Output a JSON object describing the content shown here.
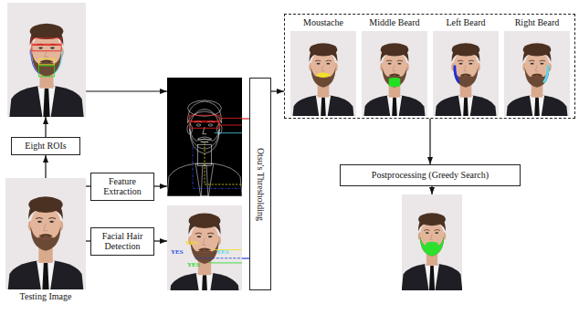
{
  "diagram": {
    "nodes": [
      {
        "text": []
      },
      {
        "text": [
          "Eight ROIs"
        ]
      },
      {
        "text": [
          "Testing Image"
        ]
      },
      {
        "text": [
          "Feature Extraction"
        ]
      },
      {
        "text": [
          "Facial Hair Detection"
        ]
      },
      {
        "text": []
      },
      {
        "text": [
          "YES",
          "YES",
          "YES",
          "YES"
        ]
      },
      {
        "text": [
          "Otsu's Thresholding"
        ]
      },
      {
        "text": []
      },
      {
        "text": [
          "Moustache"
        ],
        "in": 8
      },
      {
        "text": [
          "Middle Beard"
        ],
        "in": 8
      },
      {
        "text": [
          "Left Beard"
        ],
        "in": 8
      },
      {
        "text": [
          "Right Beard"
        ],
        "in": 8
      },
      {
        "text": [
          "Postprocessing (Greedy Search)"
        ]
      },
      {
        "text": []
      }
    ],
    "edges": [
      {
        "from": 2,
        "to": 1,
        "arrow": "to"
      },
      {
        "from": 1,
        "to": 0,
        "arrow": "to"
      },
      {
        "from": 0,
        "to": 5,
        "arrow": "to"
      },
      {
        "from": 2,
        "to": 3,
        "arrow": "none"
      },
      {
        "from": 3,
        "to": 5,
        "arrow": "to"
      },
      {
        "from": 2,
        "to": 4,
        "arrow": "none"
      },
      {
        "from": 4,
        "to": 6,
        "arrow": "to"
      },
      {
        "from": 5,
        "to": 7,
        "arrow": "none"
      },
      {
        "from": 6,
        "to": 7,
        "arrow": "none"
      },
      {
        "from": 7,
        "to": 8,
        "arrow": "to"
      },
      {
        "from": 8,
        "to": 13,
        "arrow": "to"
      },
      {
        "from": 13,
        "to": 14,
        "arrow": "to"
      }
    ]
  }
}
